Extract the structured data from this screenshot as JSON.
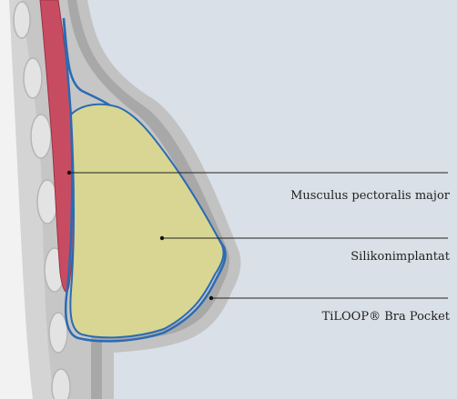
{
  "labels": {
    "pectoralis": "Musculus pectoralis major",
    "implant": "Silikonimplantat",
    "pocket": "TiLOOP® Bra Pocket"
  },
  "colors": {
    "background": "#d9e0e7",
    "skin_outer": "#c8c8c8",
    "tissue": "#a7a7a7",
    "muscle": "#c84c61",
    "implant": "#d8d692",
    "pocket_line": "#2a6bb3",
    "rib": "#e0e0e0"
  }
}
